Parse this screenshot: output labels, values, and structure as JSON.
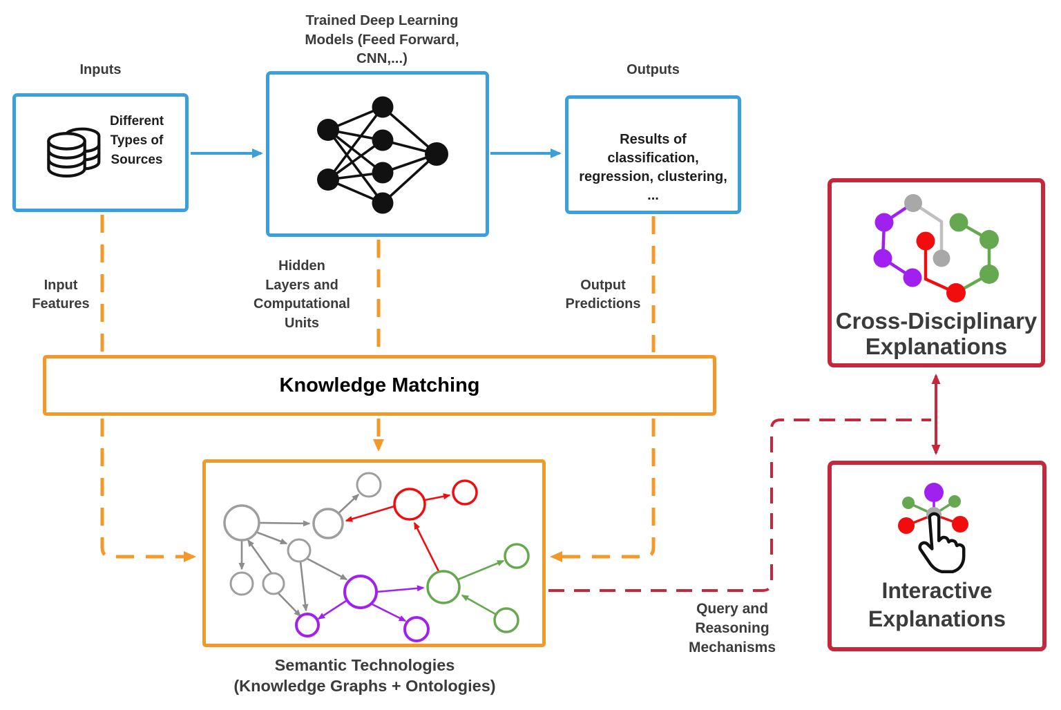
{
  "colors": {
    "blue": "#3A9FDB",
    "orange": "#F2992B",
    "crimson": "#C4293B",
    "label_text": "#3B3B3B",
    "graph_gray": "#9E9E9E",
    "graph_red": "#F10D0D",
    "graph_green": "#66A84F",
    "graph_purple": "#A020F0"
  },
  "top_row": {
    "inputs": {
      "title": "Inputs",
      "body": "Different\nTypes of\nSources",
      "icon": "database-icon"
    },
    "model": {
      "title": "Trained Deep Learning\nModels (Feed Forward,\nCNN,...)",
      "icon": "neural-network-graphic"
    },
    "outputs": {
      "title": "Outputs",
      "body": "Results of classification,\nregression, clustering,\n..."
    }
  },
  "flow_labels": {
    "input_features": "Input\nFeatures",
    "hidden_layers": "Hidden\nLayers and\nComputational\nUnits",
    "output_predictions": "Output\nPredictions",
    "query_reasoning": "Query and\nReasoning\nMechanisms"
  },
  "knowledge_matching": {
    "title": "Knowledge Matching"
  },
  "semantic": {
    "caption": "Semantic Technologies\n(Knowledge Graphs + Ontologies)",
    "icon": "knowledge-graph-graphic"
  },
  "explanations": {
    "cross_disciplinary": {
      "title": "Cross-Disciplinary\nExplanations",
      "icon": "molecule-graph-icon"
    },
    "interactive": {
      "title": "Interactive\nExplanations",
      "icon": "tap-hand-graph-icon"
    }
  }
}
